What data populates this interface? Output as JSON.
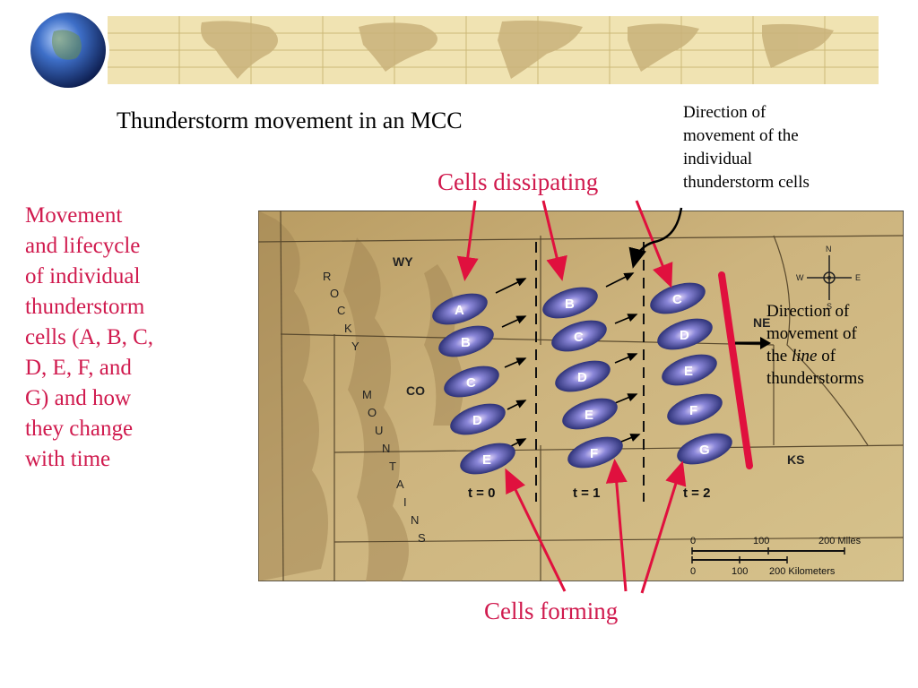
{
  "title": "Thunderstorm movement in an MCC",
  "side_text": {
    "lines": [
      "Movement",
      "and lifecycle",
      "of individual",
      "thunderstorm",
      "cells (A, B, C,",
      "D, E, F, and",
      "G) and how",
      "they change",
      "with time"
    ]
  },
  "direction_cells": {
    "lines": [
      "Direction of",
      "movement of the",
      "individual",
      "thunderstorm cells"
    ]
  },
  "cells_dissipating": "Cells dissipating",
  "cells_forming": "Cells forming",
  "direction_line": {
    "line1": "Direction of",
    "line2": "movement of",
    "line3_prefix": "the ",
    "line3_italic": "line",
    "line3_suffix": " of",
    "line4": "thunderstorms"
  },
  "map": {
    "state_labels": [
      "WY",
      "CO",
      "NE",
      "KS"
    ],
    "rocky_letters": [
      "R",
      "O",
      "C",
      "K",
      "Y"
    ],
    "mountains_letters": [
      "M",
      "O",
      "U",
      "N",
      "T",
      "A",
      "I",
      "N",
      "S"
    ],
    "compass": {
      "n": "N",
      "e": "E",
      "s": "S",
      "w": "W"
    },
    "time_labels": [
      "t = 0",
      "t = 1",
      "t = 2"
    ],
    "cells_t0": [
      "A",
      "B",
      "C",
      "D",
      "E"
    ],
    "cells_t1": [
      "B",
      "C",
      "D",
      "E",
      "F"
    ],
    "cells_t2": [
      "C",
      "D",
      "E",
      "F",
      "G"
    ],
    "scale": {
      "miles_ticks": [
        "0",
        "100",
        "200 Miles"
      ],
      "km_ticks": [
        "0",
        "100",
        "200 Kilometers"
      ]
    }
  },
  "colors": {
    "accent_text": "#d01a4e",
    "arrow_red": "#e0103e",
    "storm_line": "#e0103e",
    "cell_fill": "#2a2f7a",
    "map_background": "#c9b07a"
  }
}
